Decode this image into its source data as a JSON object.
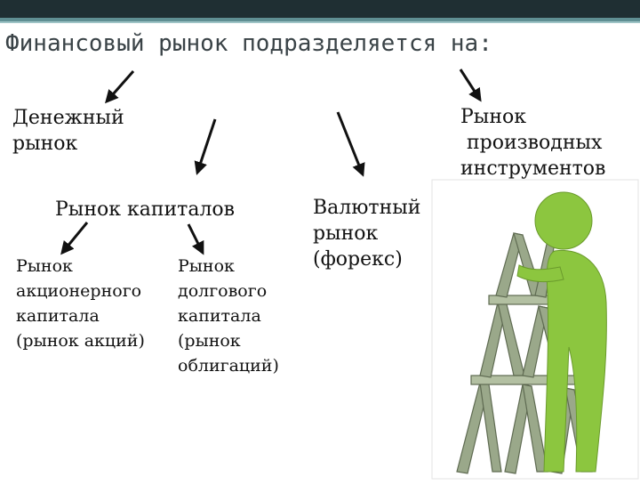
{
  "title": "Финансовый рынок подразделяется на:",
  "nodes": {
    "money_market": "Денежный\nрынок",
    "capital_market": "Рынок капиталов",
    "forex_market": "Валютный\nрынок\n(форекс)",
    "derivatives_market": "Рынок\n производных\nинструментов",
    "equity_market": "Рынок\nакционерного\nкапитала\n(рынок акций)",
    "debt_market": "Рынок\nдолгового\nкапитала\n(рынок\nоблигаций)"
  },
  "colors": {
    "figure": "#8cc63f",
    "banknote": "#8fa07a",
    "header": "#1f2f33"
  },
  "icons": [
    "arrow-icon",
    "green-figure-icon",
    "banknote-house-icon"
  ]
}
